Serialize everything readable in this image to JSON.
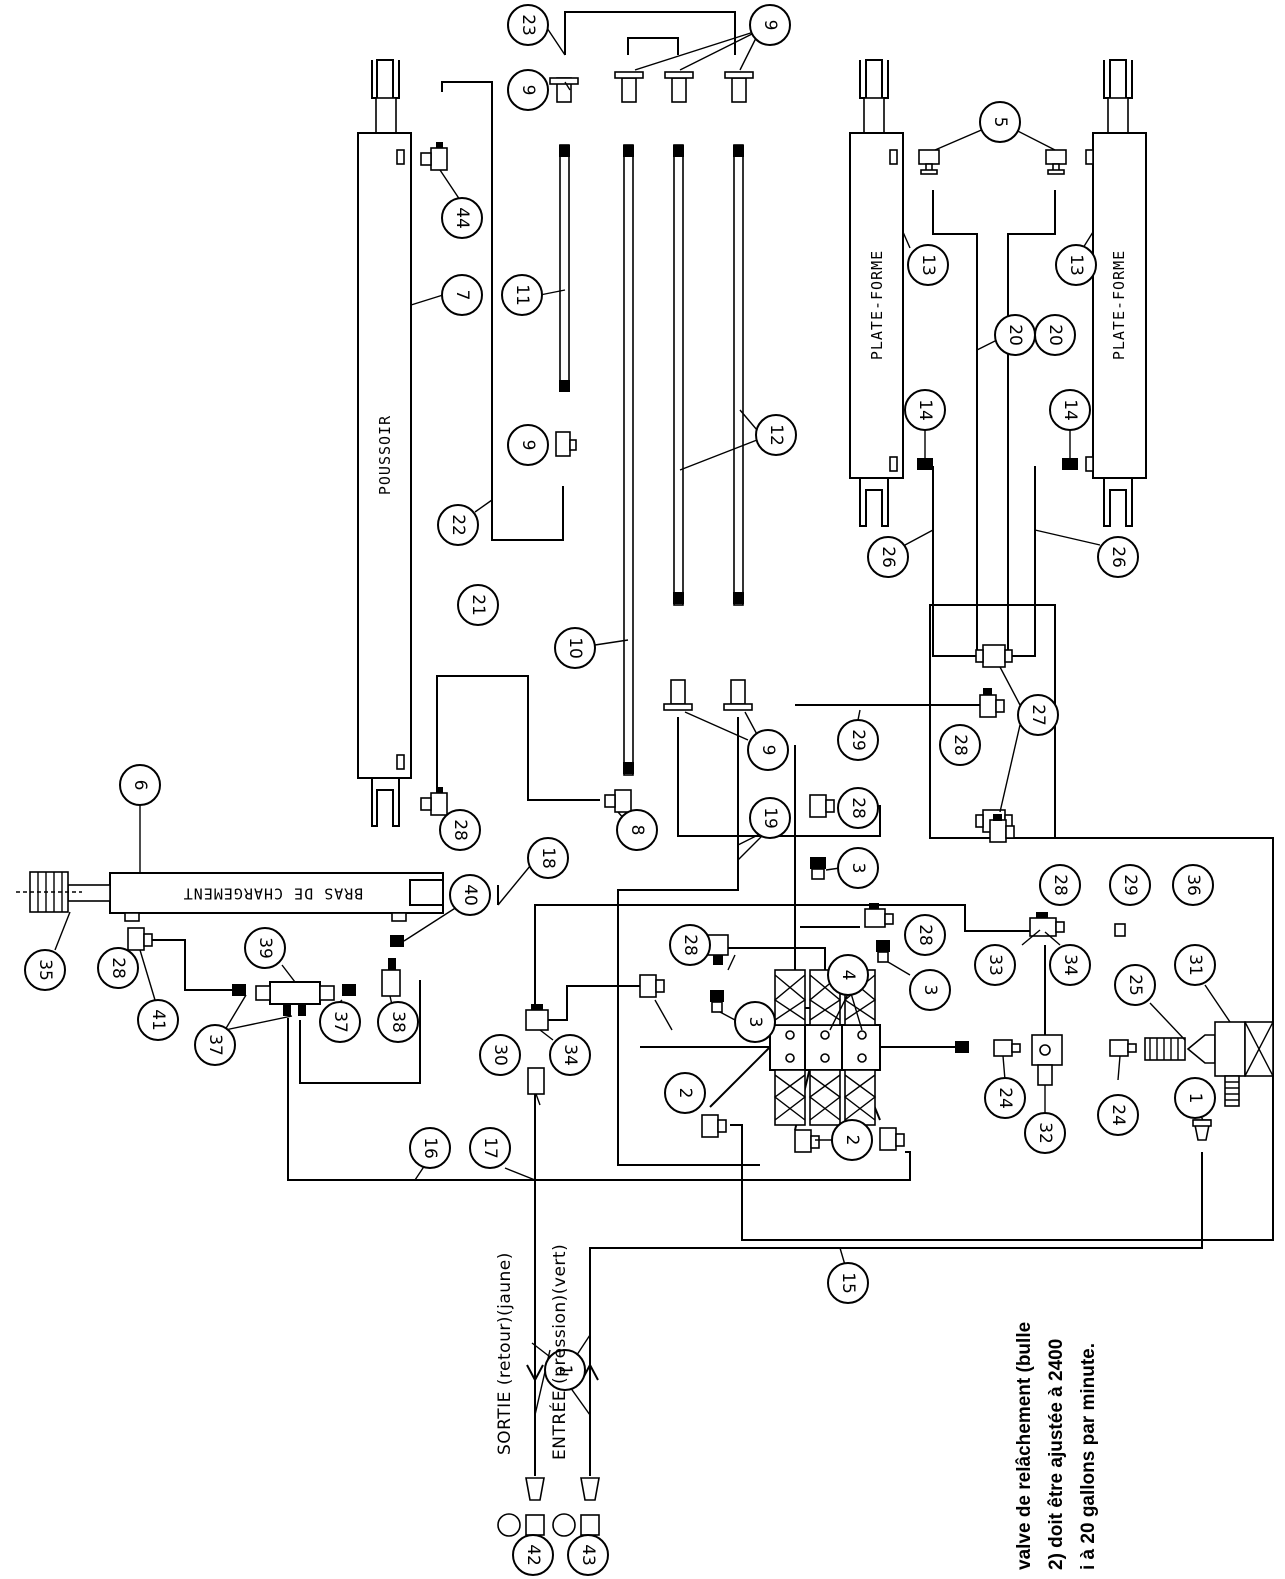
{
  "labels": {
    "pusher": "POUSSOIR",
    "platform_left": "PLATE-FORME",
    "platform_right": "PLATE-FORME",
    "loading_arm": "BRAS DE CHARGEMENT",
    "outlet": "SORTIE  (retour)(jaune)",
    "inlet": "ENTRÉE  (pression)(vert)"
  },
  "note": {
    "line1": "valve de relâchement (bulle",
    "line2": "2) doit être ajustée à 2400",
    "line3": "i à 20 gallons par minute."
  },
  "callouts": {
    "c23": "23",
    "c9a": "9",
    "c9b": "9",
    "c9c": "9",
    "c9d": "9",
    "c5": "5",
    "c44": "44",
    "c7": "7",
    "c11": "11",
    "c13a": "13",
    "c13b": "13",
    "c20a": "20",
    "c20b": "20",
    "c14a": "14",
    "c14b": "14",
    "c12": "12",
    "c22": "22",
    "c26a": "26",
    "c26b": "26",
    "c21": "21",
    "c10": "10",
    "c27": "27",
    "c28a": "28",
    "c28b": "28",
    "c28c": "28",
    "c28d": "28",
    "c28e": "28",
    "c28f": "28",
    "c29a": "29",
    "c29b": "29",
    "c6": "6",
    "c8": "8",
    "c19": "19",
    "c3a": "3",
    "c3b": "3",
    "c3c": "3",
    "c36": "36",
    "c35": "35",
    "c18": "18",
    "c40": "40",
    "c39": "39",
    "c4": "4",
    "c33": "33",
    "c34a": "34",
    "c34b": "34",
    "c25": "25",
    "c31": "31",
    "c41": "41",
    "c37a": "37",
    "c37b": "37",
    "c38": "38",
    "c30": "30",
    "c2a": "2",
    "c2b": "2",
    "c24a": "24",
    "c24b": "24",
    "c32": "32",
    "c1a": "1",
    "c1b": "1",
    "c16": "16",
    "c17": "17",
    "c15": "15",
    "c42": "42",
    "c43": "43"
  }
}
